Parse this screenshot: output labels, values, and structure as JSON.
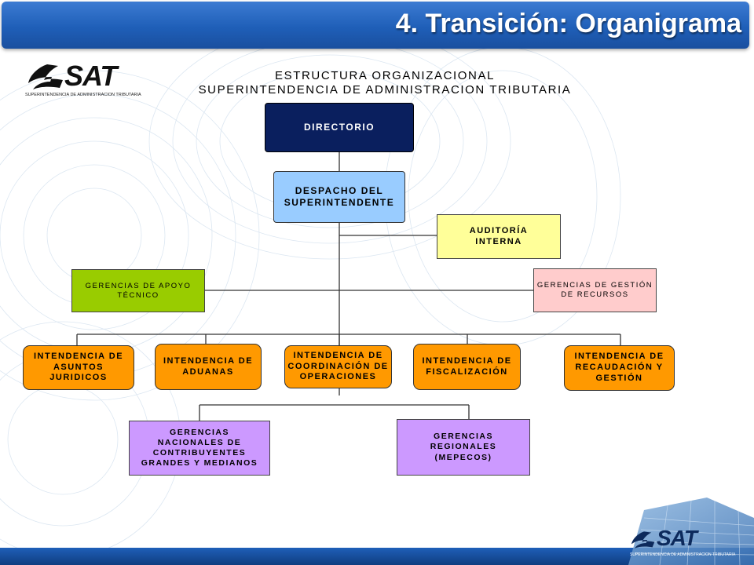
{
  "slide": {
    "title": "4. Transición: Organigrama"
  },
  "logo": {
    "word": "SAT",
    "subtitle": "SUPERINTENDENCIA DE ADMINISTRACION TRIBUTARIA"
  },
  "org": {
    "title_line1": "ESTRUCTURA ORGANIZACIONAL",
    "title_line2": "SUPERINTENDENCIA DE ADMINISTRACION TRIBUTARIA",
    "directorio": "DIRECTORIO",
    "despacho": "DESPACHO DEL\nSUPERINTENDENTE",
    "auditoria": "AUDITORÍA\nINTERNA",
    "gerencias_apoyo": "GERENCIAS DE APOYO\nTÉCNICO",
    "gerencias_gestion": "GERENCIAS DE GESTIÓN\nDE RECURSOS",
    "intendencias": [
      "INTENDENCIA DE\nASUNTOS\nJURIDICOS",
      "INTENDENCIA DE\nADUANAS",
      "INTENDENCIA DE\nCOORDINACIÓN DE\nOPERACIONES",
      "INTENDENCIA DE\nFISCALIZACIÓN",
      "INTENDENCIA DE\nRECAUDACIÓN Y\nGESTIÓN"
    ],
    "gerencias_nacionales": "GERENCIAS\nNACIONALES DE\nCONTRIBUYENTES\nGRANDES Y MEDIANOS",
    "gerencias_regionales": "GERENCIAS\nREGIONALES\n(MEPECOS)"
  },
  "colors": {
    "title_bar": "#1f5fb8",
    "directorio": "#0a1f5e",
    "despacho": "#99ccff",
    "auditoria": "#ffff99",
    "apoyo": "#99cc00",
    "gestion": "#ffcccc",
    "intendencia": "#ff9900",
    "gerencias": "#cc99ff"
  }
}
